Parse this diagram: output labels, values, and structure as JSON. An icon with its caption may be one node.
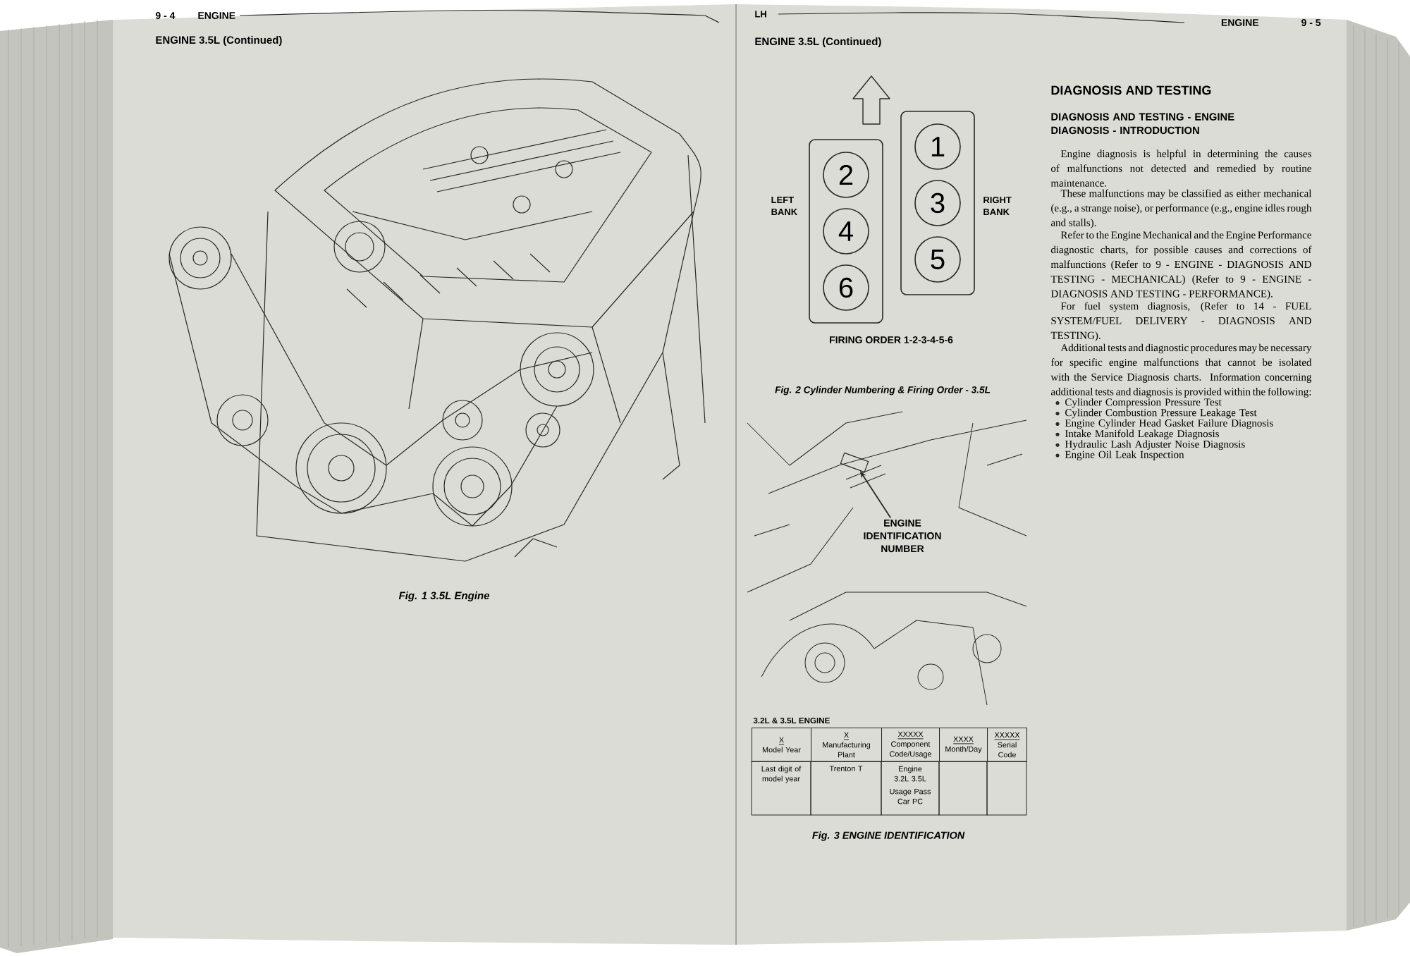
{
  "diagram": {
    "nodes": [
      {
        "text": [],
        "shape": "box",
        "beside": [
          "LEFT BANK"
        ]
      },
      {
        "text": [
          "2"
        ],
        "in": 0
      },
      {
        "text": [
          "4"
        ],
        "in": 0
      },
      {
        "text": [
          "6"
        ],
        "in": 0
      },
      {
        "text": [],
        "shape": "box",
        "beside": [
          "RIGHT BANK"
        ]
      },
      {
        "text": [
          "1"
        ],
        "in": 4
      },
      {
        "text": [
          "3"
        ],
        "in": 4
      },
      {
        "text": [
          "5"
        ],
        "in": 4
      },
      {
        "text": [
          "ENGINE IDENTIFICATION NUMBER"
        ]
      },
      {
        "text": [],
        "shape": "box"
      }
    ],
    "edges": [
      {
        "from": 8,
        "to": 9,
        "arrow": "to"
      }
    ],
    "labels": [
      "9 - 4",
      "ENGINE",
      "ENGINE 3.5L (Continued)",
      "Fig. 1 3.5L Engine",
      "LH",
      "ENGINE 3.5L (Continued)",
      "FIRING ORDER 1-2-3-4-5-6",
      "Fig. 2 Cylinder Numbering & Firing Order - 3.5L",
      "3.2L & 3.5L ENGINE",
      "X",
      "Model Year",
      "X",
      "Manufacturing Plant",
      "XXXXX",
      "Component Code/Usage",
      "XXXX",
      "Month/Day",
      "XXXXX",
      "Serial Code",
      "Last digit of model year",
      "Trenton T",
      "Engine 3.2L 3.5L",
      "Usage Pass Car PC",
      "Fig. 3 ENGINE IDENTIFICATION",
      "ENGINE",
      "9 - 5",
      "DIAGNOSIS AND TESTING",
      "DIAGNOSIS AND TESTING - ENGINE DIAGNOSIS - INTRODUCTION",
      "Engine diagnosis is helpful in determining the causes of malfunctions not detected and remedied by routine maintenance.",
      "These malfunctions may be classified as either mechanical (e.g., a strange noise), or performance (e.g., engine idles rough and stalls).",
      "Refer to the Engine Mechanical and the Engine Performance diagnostic charts, for possible causes and corrections of malfunctions (Refer to 9 - ENGINE - DIAGNOSIS AND TESTING - MECHANICAL) (Refer to 9 - ENGINE - DIAGNOSIS AND TESTING - PERFORMANCE).",
      "For fuel system diagnosis, (Refer to 14 - FUEL SYSTEM/FUEL DELIVERY - DIAGNOSIS AND TESTING).",
      "Additional tests and diagnostic procedures may be necessary for specific engine malfunctions that cannot be isolated with the Service Diagnosis charts. Information concerning additional tests and diagnosis is provided within the following:",
      "Cylinder Compression Pressure Test",
      "Cylinder Combustion Pressure Leakage Test",
      "Engine Cylinder Head Gasket Failure Diagnosis",
      "Intake Manifold Leakage Diagnosis",
      "Hydraulic Lash Adjuster Noise Diagnosis",
      "Engine Oil Leak Inspection"
    ]
  }
}
